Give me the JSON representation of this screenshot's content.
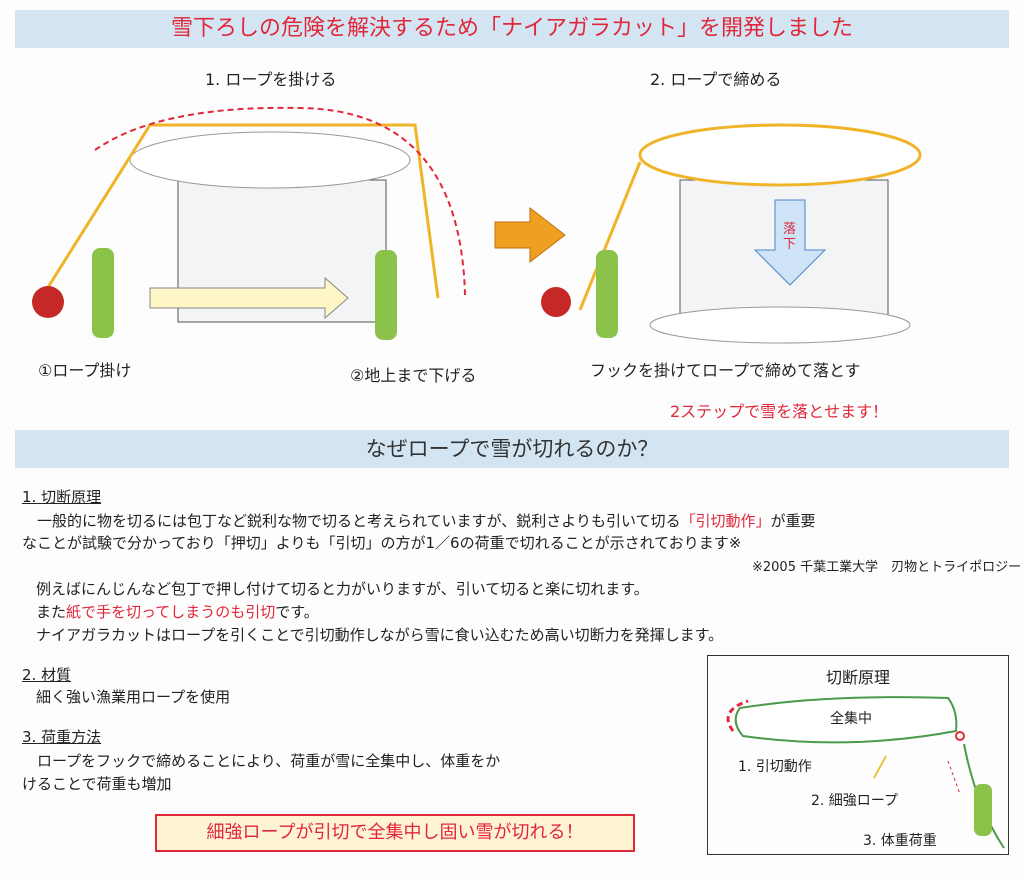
{
  "banner_top": "雪下ろしの危険を解決するため「ナイアガラカット」を開発しました",
  "step1": {
    "title": "1. ロープを掛ける",
    "caption_a": "①ロープ掛け",
    "caption_b": "②地上まで下げる"
  },
  "step2": {
    "title": "2. ロープで締める",
    "caption": "フックを掛けてロープで締めて落とす",
    "fall_label": "落下",
    "note": "2ステップで雪を落とせます！"
  },
  "banner_mid": "なぜロープで雪が切れるのか？",
  "sec1": {
    "heading": "1. 切断原理",
    "p1a": "　一般的に物を切るには包丁など鋭利な物で切ると考えられていますが、鋭利さよりも引いて切る",
    "p1red": "「引切動作」",
    "p1b": "が重要",
    "p2": "なことが試験で分かっており「押切」よりも「引切」の方が1／6の荷重で切れることが示されております※",
    "ref": "※2005 千葉工業大学　刃物とトライポロジー",
    "p3": "例えばにんじんなど包丁で押し付けて切ると力がいりますが、引いて切ると楽に切れます。",
    "p4a": "また",
    "p4red": "紙で手を切ってしまうのも引切",
    "p4b": "です。",
    "p5": "ナイアガラカットはロープを引くことで引切動作しながら雪に食い込むため高い切断力を発揮します。"
  },
  "sec2": {
    "heading": "2. 材質",
    "body": "細く強い漁業用ロープを使用"
  },
  "sec3": {
    "heading": "3. 荷重方法",
    "body1": "　ロープをフックで締めることにより、荷重が雪に全集中し、体重をか",
    "body2": "けることで荷重も増加"
  },
  "callout": "細強ロープが引切で全集中し固い雪が切れる！",
  "diagram": {
    "title": "切断原理",
    "center": "全集中",
    "l1": "1. 引切動作",
    "l2": "2. 細強ロープ",
    "l3": "3. 体重荷重"
  }
}
